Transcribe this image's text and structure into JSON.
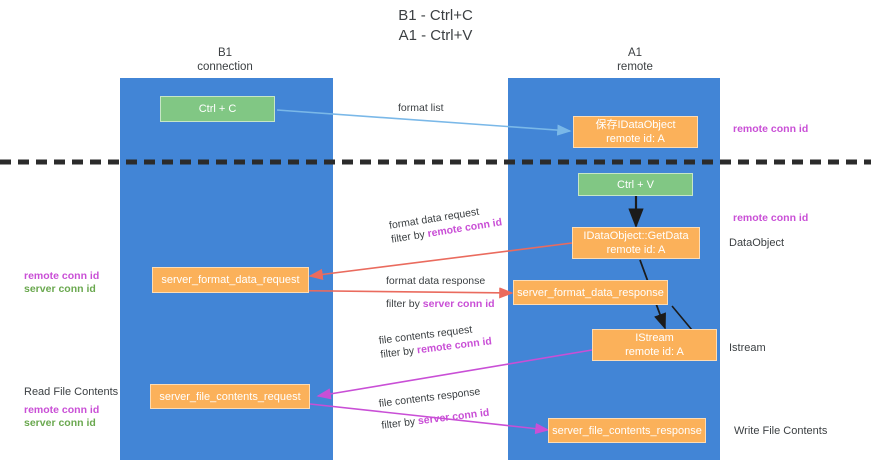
{
  "title": {
    "line1": "B1 - Ctrl+C",
    "line2": "A1 - Ctrl+V"
  },
  "columns": [
    {
      "name": "B1",
      "role": "connection"
    },
    {
      "name": "A1",
      "role": "remote"
    }
  ],
  "colors": {
    "lane": "#4285d6",
    "node_green": "#81c784",
    "node_orange": "#fbb15a",
    "remote_conn_id": "#c94fd6",
    "server_conn_id": "#6aa84f",
    "divider": "#2b2b2b",
    "arrow_format_list": "#7ab8e8",
    "arrow_format_data": "#ea6b5e",
    "arrow_file_contents": "#c94fd6",
    "arrow_black": "#1b1b1b"
  },
  "nodes": {
    "ctrl_c": {
      "line1": "Ctrl + C"
    },
    "save_idataobject": {
      "line1": "保存IDataObject",
      "line2": "remote id: A"
    },
    "ctrl_v": {
      "line1": "Ctrl + V"
    },
    "getdata": {
      "line1": "IDataObject::GetData",
      "line2": "remote id: A"
    },
    "server_format_data_request": {
      "line1": "server_format_data_request"
    },
    "server_format_data_response": {
      "line1": "server_format_data_response"
    },
    "istream": {
      "line1": "IStream",
      "line2": "remote id: A"
    },
    "server_file_contents_request": {
      "line1": "server_file_contents_request"
    },
    "server_file_contents_response": {
      "line1": "server_file_contents_response"
    }
  },
  "edges": {
    "format_list": {
      "label": "format list"
    },
    "format_data_request": {
      "label": "format data request",
      "filter_prefix": "filter by ",
      "filter_key": "remote conn id"
    },
    "format_data_response": {
      "label": "format data response",
      "filter_prefix": "filter by ",
      "filter_key": "server conn id"
    },
    "file_contents_request": {
      "label": "file contents request",
      "filter_prefix": "filter by ",
      "filter_key": "remote conn id"
    },
    "file_contents_response": {
      "label": "file contents response",
      "filter_prefix": "filter by ",
      "filter_key": "server conn id"
    }
  },
  "annotations": {
    "right_top_remote_conn_id": "remote conn id",
    "right_mid_remote_conn_id": "remote conn id",
    "right_dataobject": "DataObject",
    "right_istream": "Istream",
    "right_write_file_contents": "Write File Contents",
    "left_mid_remote_conn_id": "remote conn id",
    "left_mid_server_conn_id": "server conn id",
    "left_bottom_read_file_contents": "Read File Contents",
    "left_bottom_remote_conn_id": "remote conn id",
    "left_bottom_server_conn_id": "server conn id"
  }
}
